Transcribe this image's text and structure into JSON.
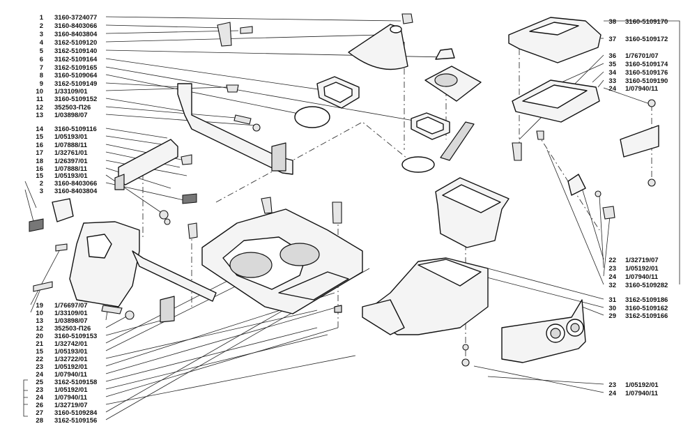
{
  "left_labels": [
    {
      "num": "1",
      "code": "3160-3724077"
    },
    {
      "num": "2",
      "code": "3160-8403066"
    },
    {
      "num": "3",
      "code": "3160-8403804"
    },
    {
      "num": "4",
      "code": "3162-5109120"
    },
    {
      "num": "5",
      "code": "3162-5109140"
    },
    {
      "num": "6",
      "code": "3162-5109164"
    },
    {
      "num": "7",
      "code": "3162-5109165"
    },
    {
      "num": "8",
      "code": "3160-5109064"
    },
    {
      "num": "9",
      "code": "3162-5109149"
    },
    {
      "num": "10",
      "code": "1/33109/01"
    },
    {
      "num": "11",
      "code": "3160-5109152"
    },
    {
      "num": "12",
      "code": "352503-П26"
    },
    {
      "num": "13",
      "code": "1/03898/07"
    },
    {
      "num": "14",
      "code": "3160-5109116"
    },
    {
      "num": "15",
      "code": "1/05193/01"
    },
    {
      "num": "16",
      "code": "1/07888/11"
    },
    {
      "num": "17",
      "code": "1/32761/01"
    },
    {
      "num": "18",
      "code": "1/26397/01"
    },
    {
      "num": "16",
      "code": "1/07888/11"
    },
    {
      "num": "15",
      "code": "1/05193/01"
    },
    {
      "num": "2",
      "code": "3160-8403066"
    },
    {
      "num": "3",
      "code": "3160-8403804"
    },
    {
      "num": "19",
      "code": "1/76697/07"
    },
    {
      "num": "10",
      "code": "1/33109/01"
    },
    {
      "num": "13",
      "code": "1/03898/07"
    },
    {
      "num": "12",
      "code": "352503-П26"
    },
    {
      "num": "20",
      "code": "3160-5109153"
    },
    {
      "num": "21",
      "code": "1/32742/01"
    },
    {
      "num": "15",
      "code": "1/05193/01"
    },
    {
      "num": "22",
      "code": "1/32722/01"
    },
    {
      "num": "23",
      "code": "1/05192/01"
    },
    {
      "num": "24",
      "code": "1/07940/11"
    },
    {
      "num": "25",
      "code": "3162-5109158"
    },
    {
      "num": "23",
      "code": "1/05192/01"
    },
    {
      "num": "24",
      "code": "1/07940/11"
    },
    {
      "num": "26",
      "code": "1/32719/07"
    },
    {
      "num": "27",
      "code": "3160-5109284"
    },
    {
      "num": "28",
      "code": "3162-5109156"
    }
  ],
  "right_labels": [
    {
      "num": "38",
      "code": "3160-5109170"
    },
    {
      "num": "37",
      "code": "3160-5109172"
    },
    {
      "num": "36",
      "code": "1/76701/07"
    },
    {
      "num": "35",
      "code": "3160-5109174"
    },
    {
      "num": "34",
      "code": "3160-5109176"
    },
    {
      "num": "33",
      "code": "3160-5109190"
    },
    {
      "num": "24",
      "code": "1/07940/11"
    },
    {
      "num": "22",
      "code": "1/32719/07"
    },
    {
      "num": "23",
      "code": "1/05192/01"
    },
    {
      "num": "24",
      "code": "1/07940/11"
    },
    {
      "num": "32",
      "code": "3160-5109282"
    },
    {
      "num": "31",
      "code": "3162-5109186"
    },
    {
      "num": "30",
      "code": "3160-5109162"
    },
    {
      "num": "29",
      "code": "3162-5109166"
    },
    {
      "num": "23",
      "code": "1/05192/01"
    },
    {
      "num": "24",
      "code": "1/07940/11"
    }
  ]
}
